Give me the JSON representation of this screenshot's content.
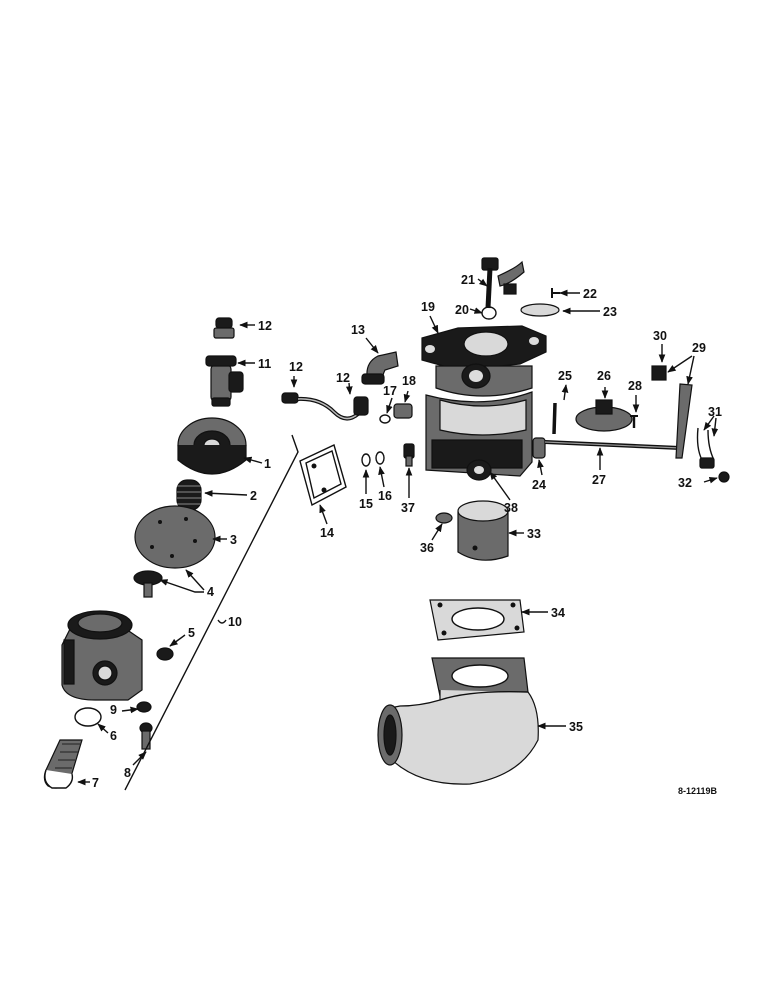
{
  "diagram": {
    "reference_number": "8-12119B",
    "callouts": [
      "1",
      "2",
      "3",
      "4",
      "5",
      "6",
      "7",
      "8",
      "9",
      "10",
      "11",
      "12",
      "13",
      "14",
      "15",
      "16",
      "17",
      "18",
      "19",
      "20",
      "21",
      "22",
      "23",
      "24",
      "25",
      "26",
      "27",
      "28",
      "29",
      "30",
      "31",
      "32",
      "33",
      "34",
      "35",
      "36",
      "37",
      "38"
    ],
    "extra_labels": {
      "callout_12_second": "12",
      "callout_12_third": "12"
    }
  }
}
